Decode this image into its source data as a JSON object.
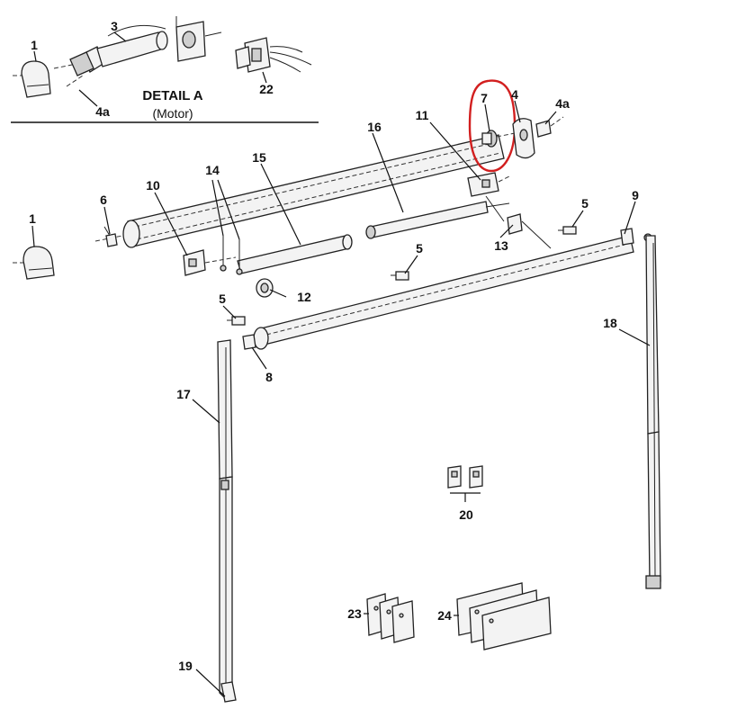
{
  "detail": {
    "title": "DETAIL A",
    "subtitle": "(Motor)"
  },
  "callouts": {
    "c1a": "1",
    "c3": "3",
    "c4a_detail": "4a",
    "c22": "22",
    "c7": "7",
    "c4": "4",
    "c4a": "4a",
    "c11": "11",
    "c16": "16",
    "c14": "14",
    "c15": "15",
    "c10": "10",
    "c6": "6",
    "c1b": "1",
    "c9": "9",
    "c5a": "5",
    "c13": "13",
    "c5b": "5",
    "c12": "12",
    "c5c": "5",
    "c8": "8",
    "c18": "18",
    "c17": "17",
    "c20": "20",
    "c23": "23",
    "c24": "24",
    "c19": "19"
  },
  "colors": {
    "highlight": "#d21f1f",
    "line": "#222222"
  }
}
